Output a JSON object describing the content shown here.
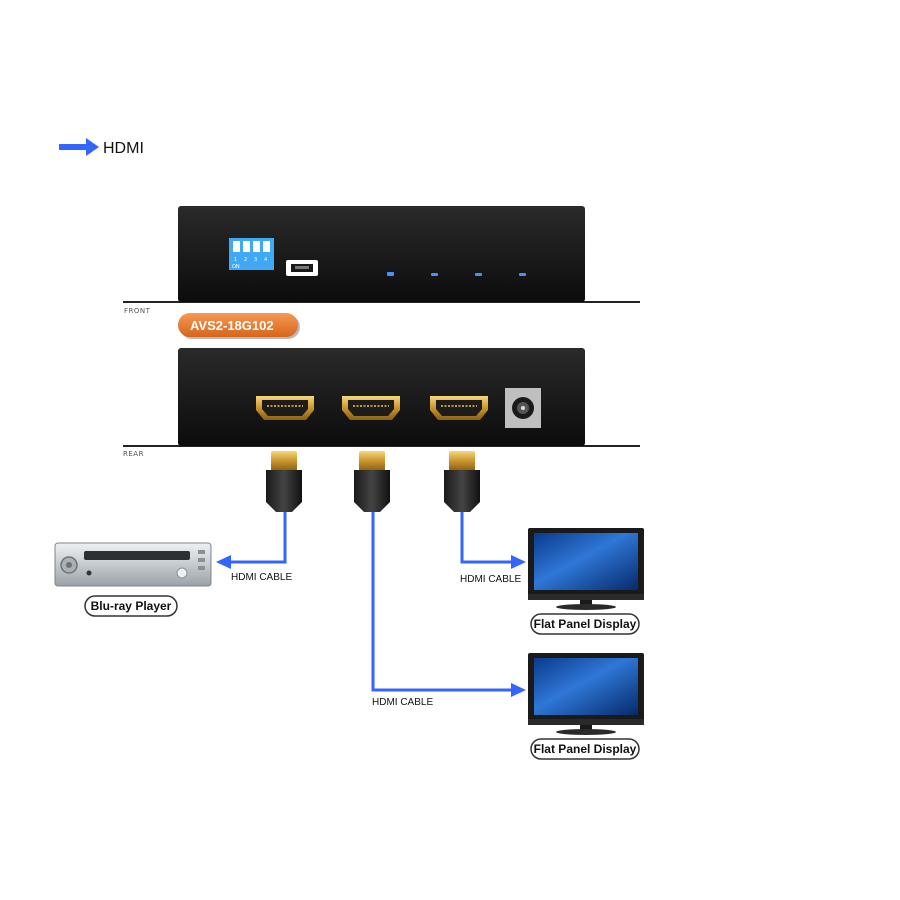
{
  "legend": {
    "label": "HDMI",
    "color": "#3366ff"
  },
  "device": {
    "model": "AVS2-18G102",
    "front_label": "FRONT",
    "rear_label": "REAR",
    "dip_numbers": [
      "1",
      "2",
      "3",
      "4"
    ],
    "dip_on_label": "ON",
    "badge_color": "#e8772e"
  },
  "cables": {
    "left_label": "HDMI CABLE",
    "right_label": "HDMI CABLE",
    "bottom_label": "HDMI CABLE",
    "color": "#3366ff"
  },
  "devices": {
    "source": "Blu-ray Player",
    "display_1": "Flat Panel Display",
    "display_2": "Flat Panel Display"
  }
}
